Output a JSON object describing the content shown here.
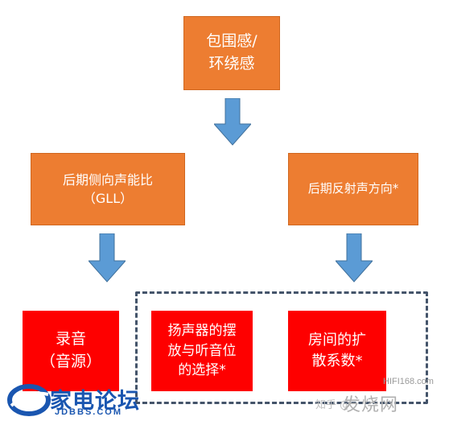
{
  "diagram": {
    "top_box": "包围感/\n环绕感",
    "mid_left_box": "后期侧向声能比\n（GLL）",
    "mid_right_box": "后期反射声方向*",
    "bottom_left_box": "录音\n（音源）",
    "bottom_mid_box": "扬声器的摆\n放与听音位\n的选择*",
    "bottom_right_box": "房间的扩\n散系数*"
  },
  "watermark": {
    "logo_text": "家电论坛",
    "logo_domain": "JDBBS.COM",
    "site_domain": "HIFI168.com",
    "site_name": "发烧网",
    "zhihu_prefix": "知乎 @"
  },
  "colors": {
    "orange": "#ed7d31",
    "red": "#fe0000",
    "arrow_blue": "#5b9bd5",
    "dashed_border": "#44546a"
  }
}
